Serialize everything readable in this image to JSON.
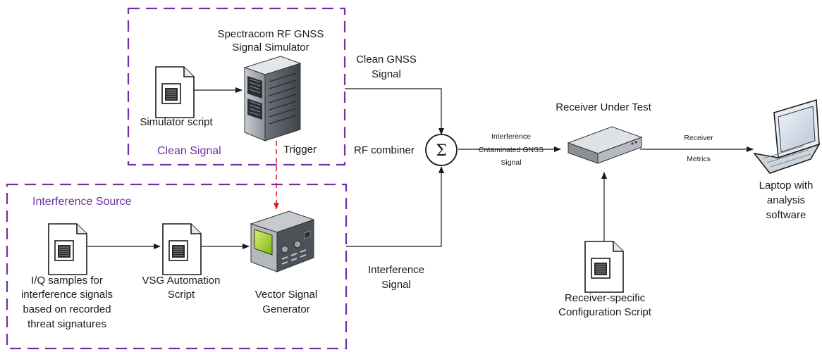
{
  "groups": {
    "clean_signal": {
      "title": "Clean Signal",
      "border_color": "#7030a0"
    },
    "interference_source": {
      "title": "Interference Source",
      "border_color": "#7030a0"
    }
  },
  "nodes": {
    "simulator_script": {
      "lines": [
        "Simulator script"
      ],
      "icon": "document-icon"
    },
    "gnss_simulator": {
      "lines": [
        "Spectracom RF GNSS",
        "Signal Simulator"
      ],
      "icon": "server-tower-icon"
    },
    "iq_samples": {
      "lines": [
        "I/Q samples for",
        "interference signals",
        "based on recorded",
        "threat signatures"
      ],
      "icon": "document-icon"
    },
    "vsg_script": {
      "lines": [
        "VSG Automation",
        "Script"
      ],
      "icon": "document-icon"
    },
    "vsg": {
      "lines": [
        "Vector Signal",
        "Generator"
      ],
      "icon": "signal-generator-icon"
    },
    "rf_combiner": {
      "label": "RF combiner",
      "symbol": "Σ"
    },
    "receiver": {
      "label": "Receiver Under Test",
      "icon": "receiver-box-icon"
    },
    "receiver_config": {
      "lines": [
        "Receiver-specific",
        "Configuration Script"
      ],
      "icon": "document-icon"
    },
    "laptop": {
      "lines": [
        "Laptop with",
        "analysis",
        "software"
      ],
      "icon": "laptop-icon"
    }
  },
  "edges": {
    "trigger": {
      "label": "Trigger",
      "color": "#e02020"
    },
    "clean_gnss": {
      "lines": [
        "Clean GNSS",
        "Signal"
      ]
    },
    "interference": {
      "lines": [
        "Interference",
        "Signal"
      ]
    },
    "contaminated": {
      "lines": [
        "Interference",
        "Cntaminated GNSS",
        "Signal"
      ]
    },
    "metrics": {
      "lines": [
        "Receiver",
        "Metrics"
      ]
    }
  },
  "colors": {
    "group_border": "#7030a0",
    "trigger_line": "#e02020",
    "edge": "#1a1a1a",
    "screen": "#a6d62a"
  }
}
